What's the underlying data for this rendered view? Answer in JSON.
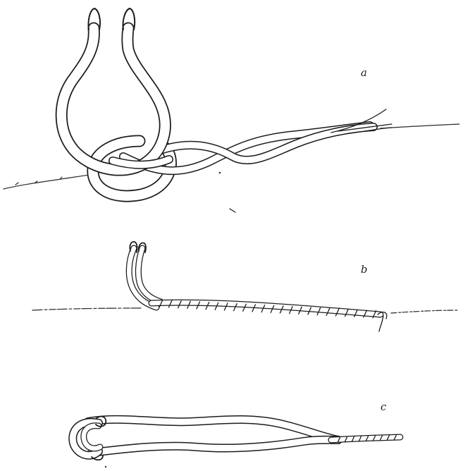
{
  "figure": {
    "labels": {
      "a": "a",
      "b": "b",
      "c": "c"
    }
  },
  "colors": {
    "ink": "#1c1c1c",
    "paper": "#ffffff"
  }
}
